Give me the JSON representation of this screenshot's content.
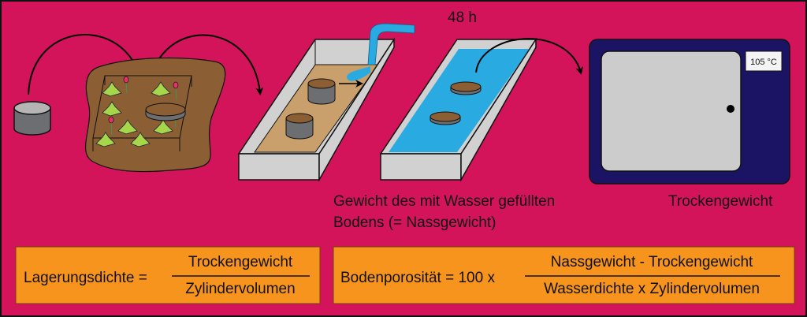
{
  "colors": {
    "background": "#d3145a",
    "soil": "#8b5e34",
    "tray_floor": "#c9a06b",
    "water": "#29abe2",
    "cylinder": "#6d6e71",
    "tray": "#d1d1d1",
    "plant": "#a6d64a",
    "flower": "#e8306b",
    "oven": "#1b1464",
    "oven_door": "#cccccc",
    "formula_box": "#f7941d"
  },
  "steps": {
    "soaking_time": "48 h",
    "wet_weight_label_line1": "Gewicht des mit Wasser gefüllten",
    "wet_weight_label_line2": "Bodens (= Nassgewicht)",
    "dry_weight_label": "Trockengewicht",
    "oven_temperature": "105 °C"
  },
  "formulas": {
    "bulk_density": {
      "lhs": "Lagerungsdichte =",
      "numerator": "Trockengewicht",
      "denominator": "Zylindervolumen"
    },
    "porosity": {
      "lhs": "Bodenporosität = 100 x",
      "numerator": "Nassgewicht - Trockengewicht",
      "denominator": "Wasserdichte x Zylindervolumen"
    }
  }
}
